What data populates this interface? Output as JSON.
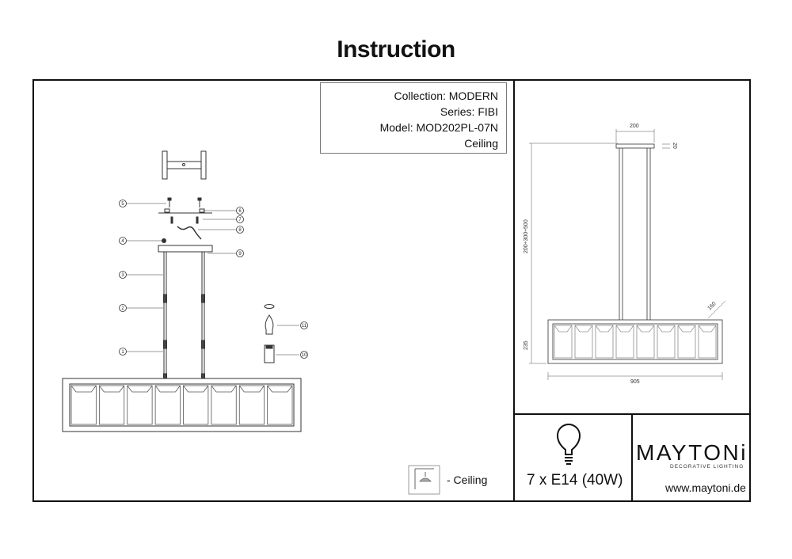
{
  "page": {
    "title": "Instruction"
  },
  "info": {
    "collection": "Collection: MODERN",
    "series": "Series: FIBI",
    "model": "Model: MOD202PL-07N",
    "mount": "Ceiling"
  },
  "legend": {
    "label": "- Ceiling",
    "icon": "ceiling-mount-icon"
  },
  "callouts": [
    "1",
    "2",
    "3",
    "4",
    "5",
    "6",
    "7",
    "8",
    "9",
    "10",
    "11"
  ],
  "dimensions": {
    "canopy_width": "200",
    "canopy_height": "20",
    "suspension": "200÷300÷500",
    "body_height": "235",
    "body_depth": "160",
    "body_width": "905"
  },
  "bulb": {
    "spec": "7 x E14 (40W)",
    "icon": "light-bulb-icon"
  },
  "brand": {
    "name": "MAYTONi",
    "tagline": "DECORATIVE LIGHTING",
    "website": "www.maytoni.de"
  }
}
